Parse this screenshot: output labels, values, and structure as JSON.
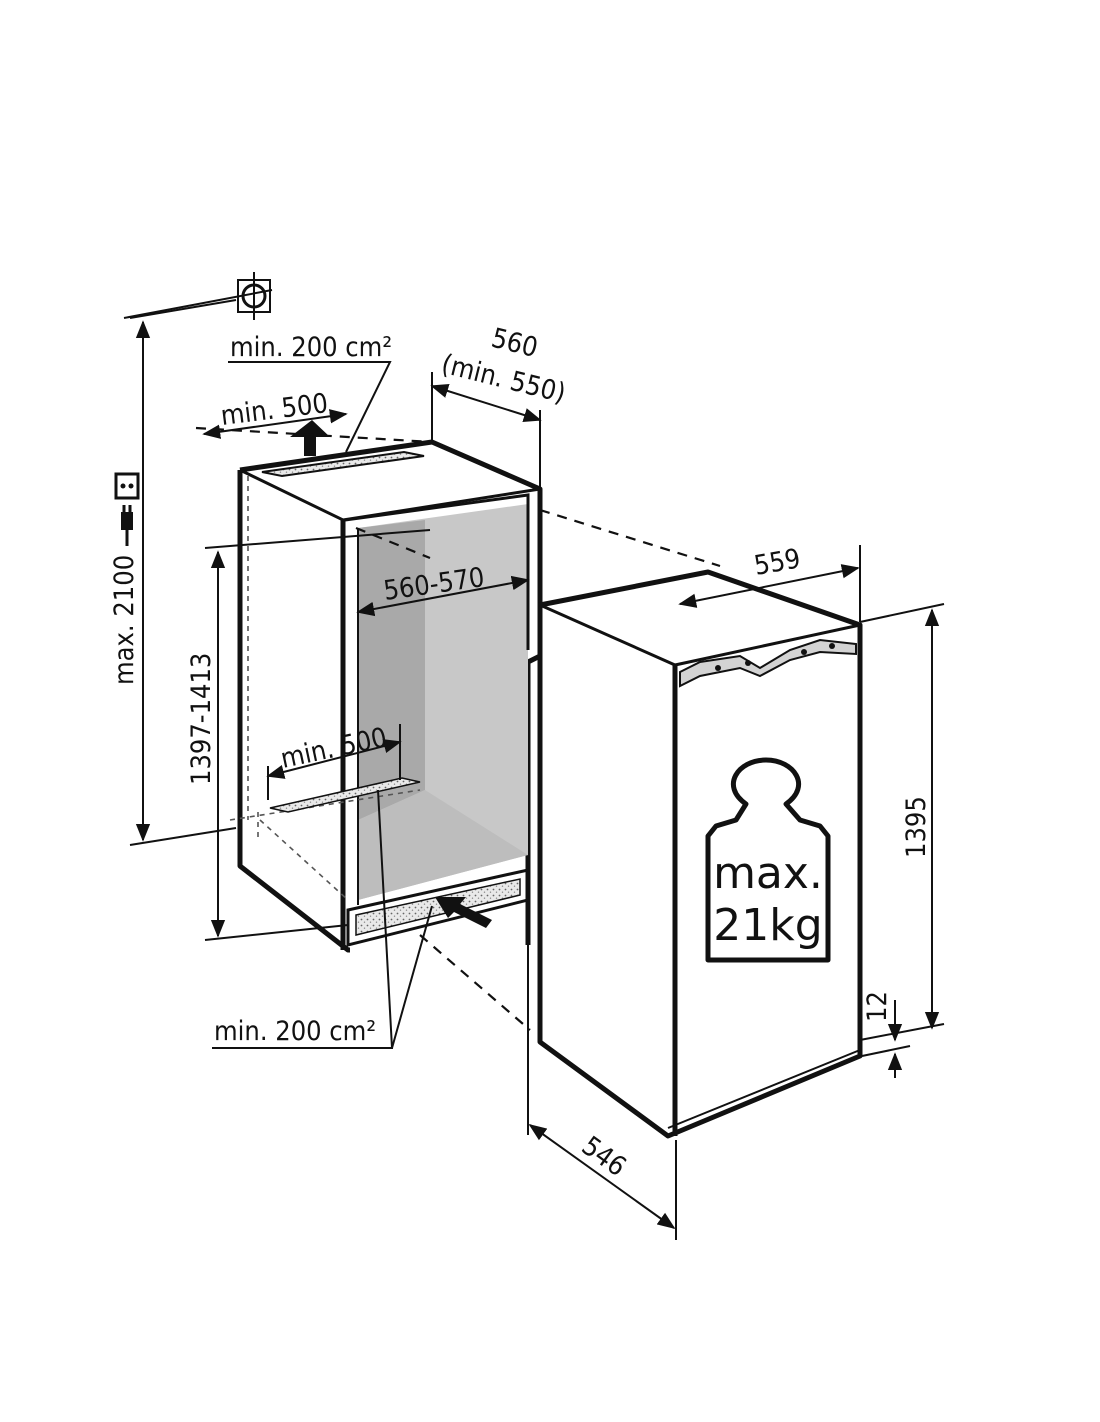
{
  "labels": {
    "top_vent_area": "min. 200 cm²",
    "top_vent_depth": "min. 500",
    "niche_depth": "560",
    "niche_depth_min": "(min. 550)",
    "niche_width": "560-570",
    "max_height": "max. 2100",
    "niche_height": "1397-1413",
    "bottom_vent_depth": "min. 500",
    "bottom_vent_area": "min. 200 cm²",
    "appliance_width": "559",
    "appliance_height": "1395",
    "appliance_depth": "546",
    "plinth_offset": "12"
  },
  "door_weight": {
    "line1": "max.",
    "line2": "21kg"
  },
  "icons": [
    "grounding-symbol-icon",
    "power-socket-icon",
    "power-plug-icon",
    "upward-airflow-arrow-icon",
    "inward-airflow-arrow-icon",
    "weight-icon"
  ],
  "colors": {
    "line": "#111111",
    "cavity": "#c8c8c8",
    "cavity_dark": "#a9a9a9",
    "background": "#ffffff"
  }
}
